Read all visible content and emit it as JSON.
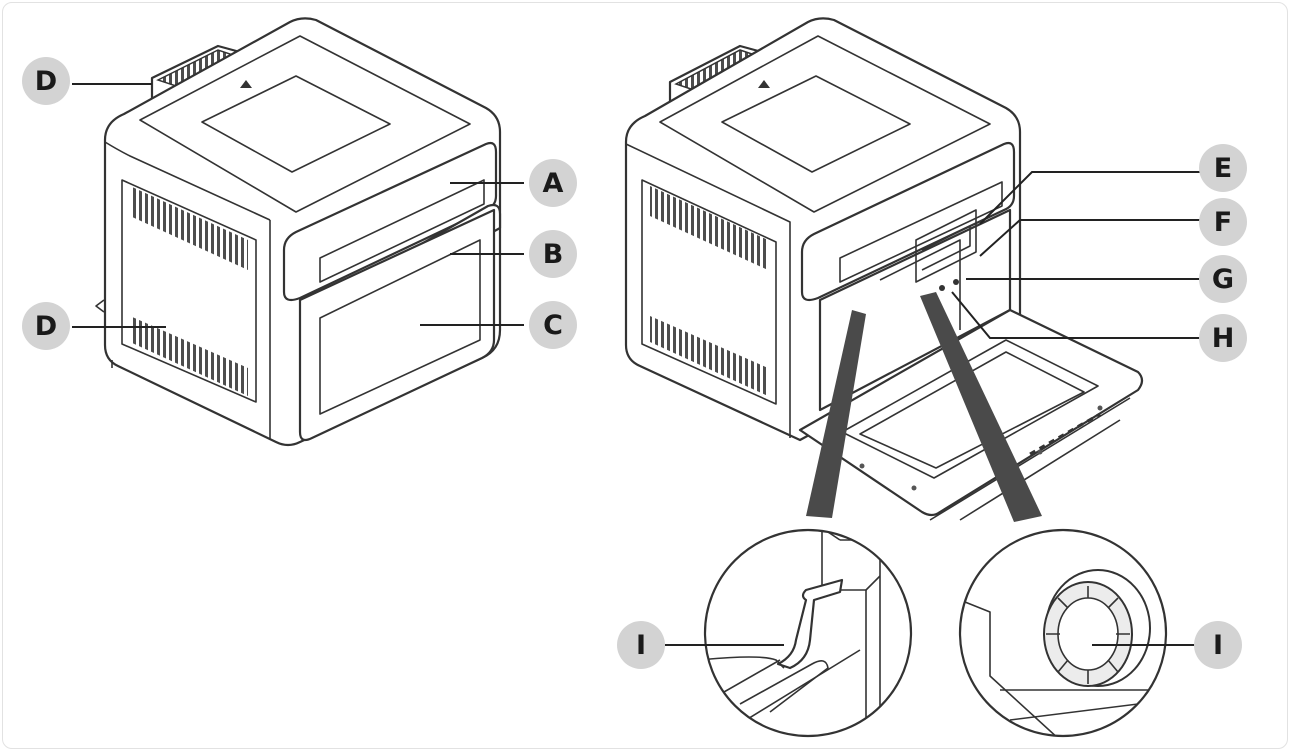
{
  "colors": {
    "badge": "#d3d3d3",
    "ink": "#1a1a1a",
    "line": "#333333",
    "grille": "#555555"
  },
  "labels": [
    {
      "id": "d-top",
      "text": "D"
    },
    {
      "id": "d-side",
      "text": "D"
    },
    {
      "id": "a",
      "text": "A"
    },
    {
      "id": "b",
      "text": "B"
    },
    {
      "id": "c",
      "text": "C"
    },
    {
      "id": "e",
      "text": "E"
    },
    {
      "id": "f",
      "text": "F"
    },
    {
      "id": "g",
      "text": "G"
    },
    {
      "id": "h",
      "text": "H"
    },
    {
      "id": "i-left",
      "text": "I"
    },
    {
      "id": "i-right",
      "text": "I"
    }
  ]
}
